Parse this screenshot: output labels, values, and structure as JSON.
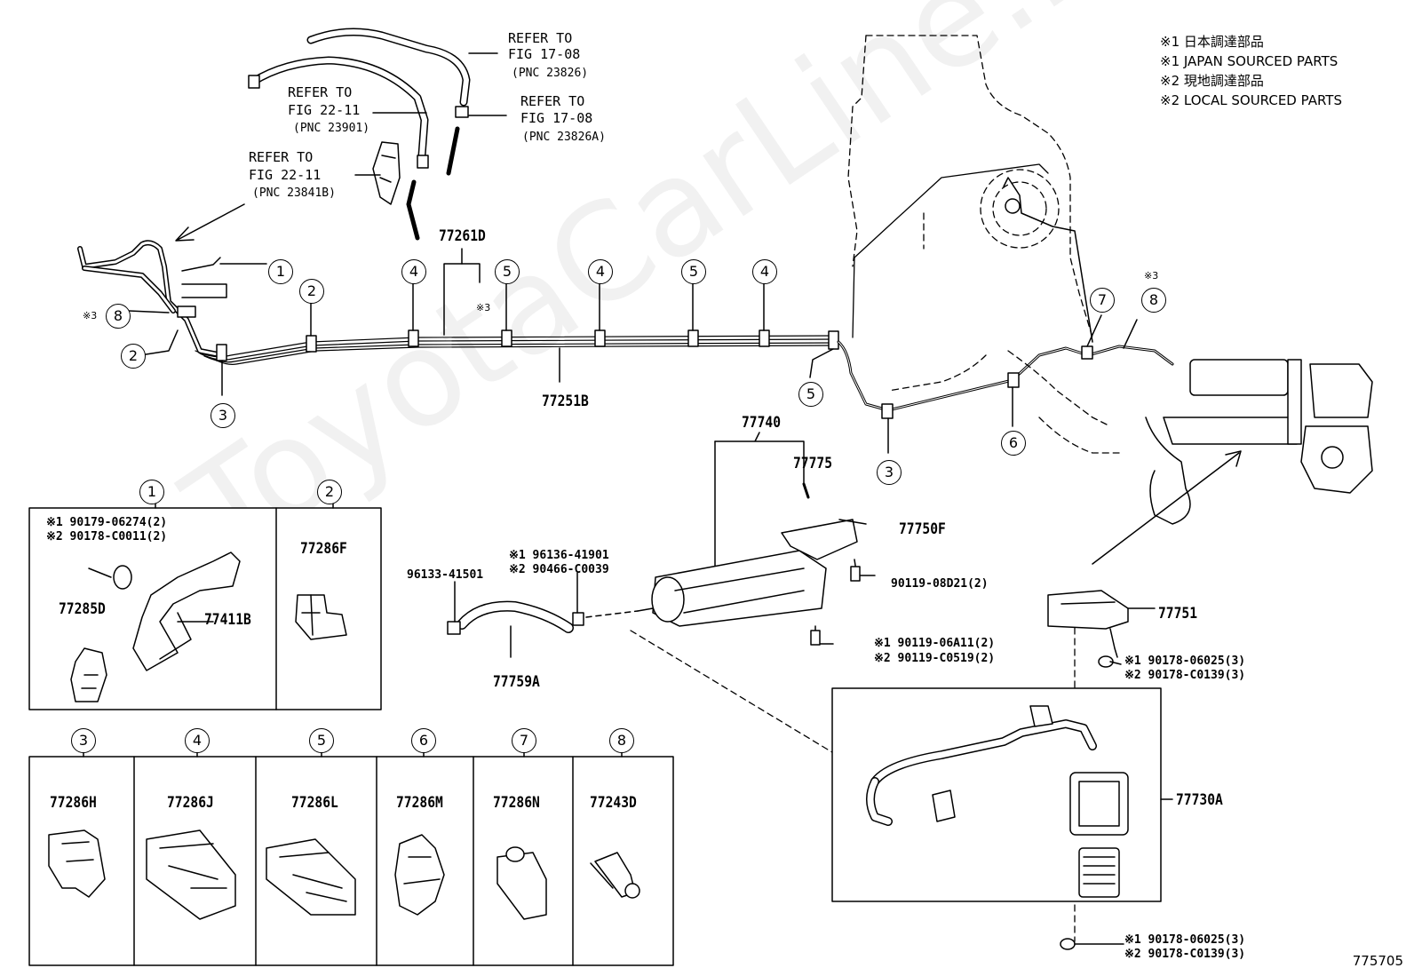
{
  "legend": [
    "※1 日本調達部品",
    "※1 JAPAN SOURCED PARTS",
    "※2 現地調達部品",
    "※2 LOCAL SOURCED PARTS"
  ],
  "refs": [
    {
      "l1": "REFER TO",
      "l2": "FIG 17-08",
      "l3": "(PNC 23826)"
    },
    {
      "l1": "REFER TO",
      "l2": "FIG 22-11",
      "l3": "(PNC 23901)"
    },
    {
      "l1": "REFER TO",
      "l2": "FIG 17-08",
      "l3": "(PNC 23826A)"
    },
    {
      "l1": "REFER TO",
      "l2": "FIG 22-11",
      "l3": "(PNC 23841B)"
    }
  ],
  "parts": {
    "p77261D": "77261D",
    "p77251B": "77251B",
    "p77740": "77740",
    "p77775": "77775",
    "p77750F": "77750F",
    "p90119_08D21": "90119-08D21(2)",
    "p96133": "96133-41501",
    "p96136": "※1 96136-41901",
    "p90466": "※2 90466-C0039",
    "p77759A": "77759A",
    "p90119_06A11": "※1 90119-06A11(2)",
    "p90119_C0519": "※2 90119-C0519(2)",
    "p77751": "77751",
    "p90178_06025a": "※1 90178-06025(3)",
    "p90178_C0139a": "※2 90178-C0139(3)",
    "p77730A": "77730A",
    "p90178_06025b": "※1 90178-06025(3)",
    "p90178_C0139b": "※2 90178-C0139(3)",
    "box1_a": "※1 90179-06274(2)",
    "box1_b": "※2 90178-C0011(2)",
    "p77285D": "77285D",
    "p77411B": "77411B",
    "p77286F": "77286F",
    "p77286H": "77286H",
    "p77286J": "77286J",
    "p77286L": "77286L",
    "p77286M": "77286M",
    "p77286N": "77286N",
    "p77243D": "77243D"
  },
  "callouts": {
    "c1": "1",
    "c2": "2",
    "c3": "3",
    "c4": "4",
    "c5": "5",
    "c6": "6",
    "c7": "7",
    "c8": "8"
  },
  "marks": {
    "m3": "※3"
  },
  "watermark": "ToyotaCarLine.ru",
  "diagram_code": "775705"
}
